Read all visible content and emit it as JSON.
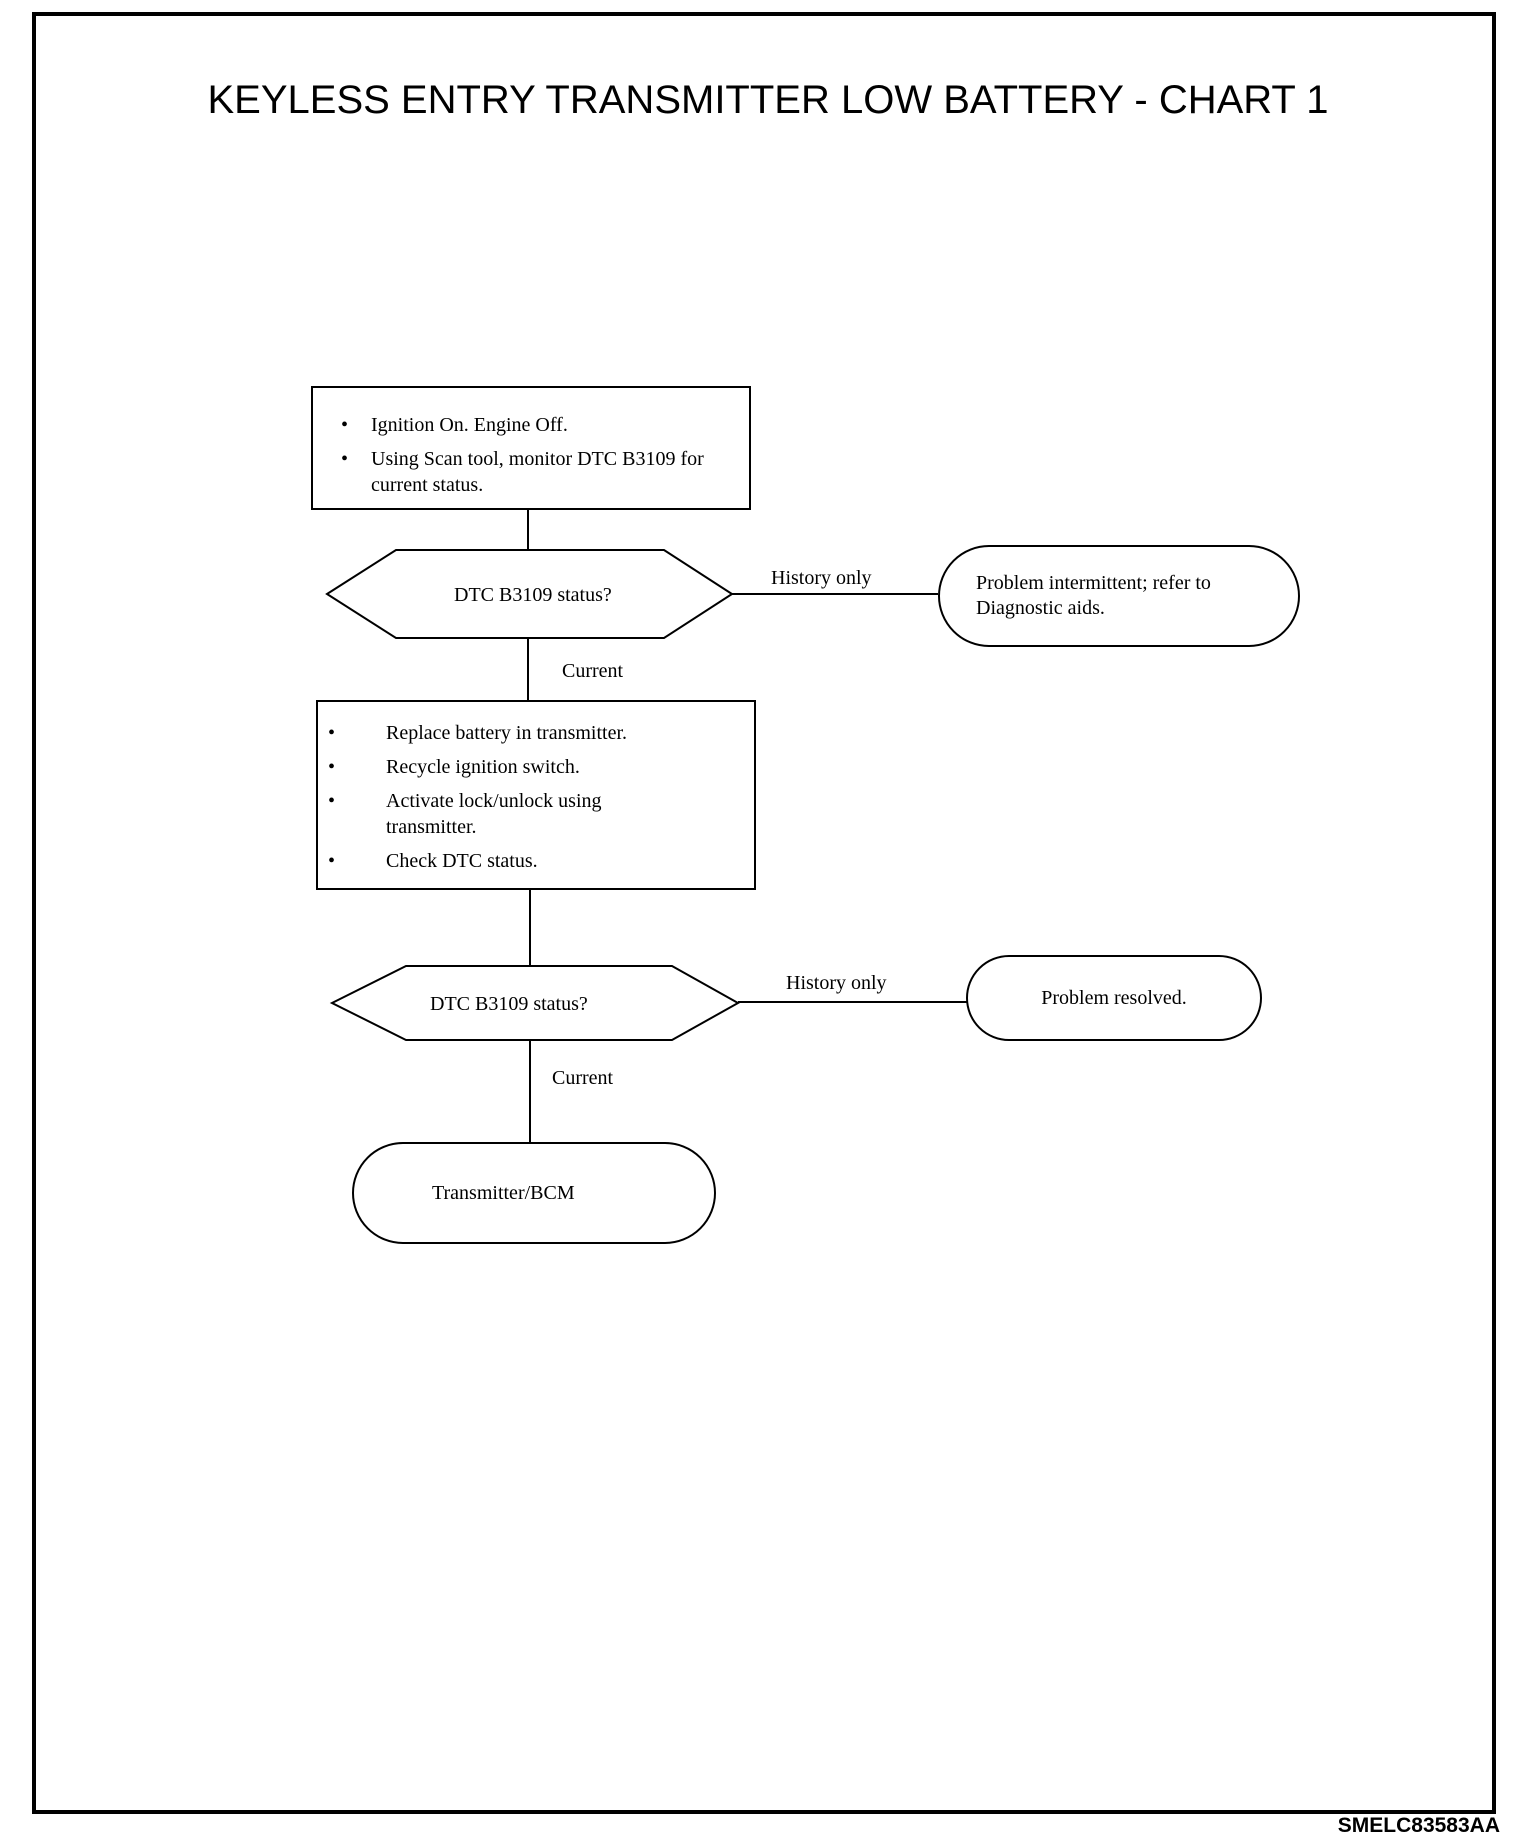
{
  "title": "KEYLESS ENTRY TRANSMITTER LOW BATTERY - CHART 1",
  "figure_code": "SMELC83583AA",
  "step1": {
    "items": [
      "Ignition On. Engine Off.",
      "Using Scan tool, monitor DTC B3109 for current status."
    ]
  },
  "decision1": {
    "text": "DTC B3109 status?",
    "history_label": "History only",
    "current_label": "Current"
  },
  "end1": {
    "text": "Problem intermittent; refer to Diagnostic aids."
  },
  "step2": {
    "items": [
      "Replace battery in transmitter.",
      "Recycle ignition switch.",
      "Activate lock/unlock using transmitter.",
      "Check DTC status."
    ]
  },
  "decision2": {
    "text": "DTC B3109 status?",
    "history_label": "History only",
    "current_label": "Current"
  },
  "end2": {
    "text": "Problem resolved."
  },
  "end3": {
    "text": "Transmitter/BCM"
  }
}
